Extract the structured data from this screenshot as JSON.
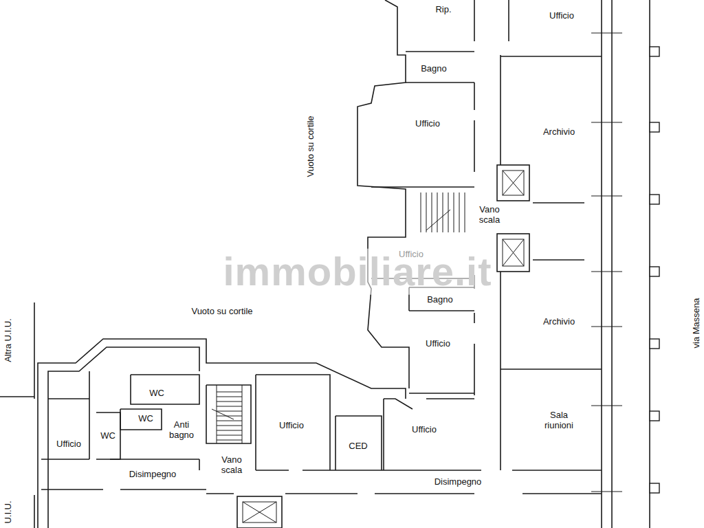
{
  "diagram": {
    "labels": [
      "Rip.",
      "Ufficio",
      "Bagno",
      "Ufficio",
      "Archivio",
      "Vuoto su cortile",
      "Vano scala",
      "Ufficio",
      "Bagno",
      "Vuoto su cortile",
      "Archivio",
      "Ufficio",
      "Altra U.I.U.",
      "via Massena",
      "WC",
      "WC",
      "WC",
      "Anti bagno",
      "Ufficio",
      "Ufficio",
      "CED",
      "Ufficio",
      "Sala riunioni",
      "Vano scala",
      "Disimpegno",
      "Disimpegno",
      "U.I.U.",
      "immobiliare.it"
    ]
  }
}
